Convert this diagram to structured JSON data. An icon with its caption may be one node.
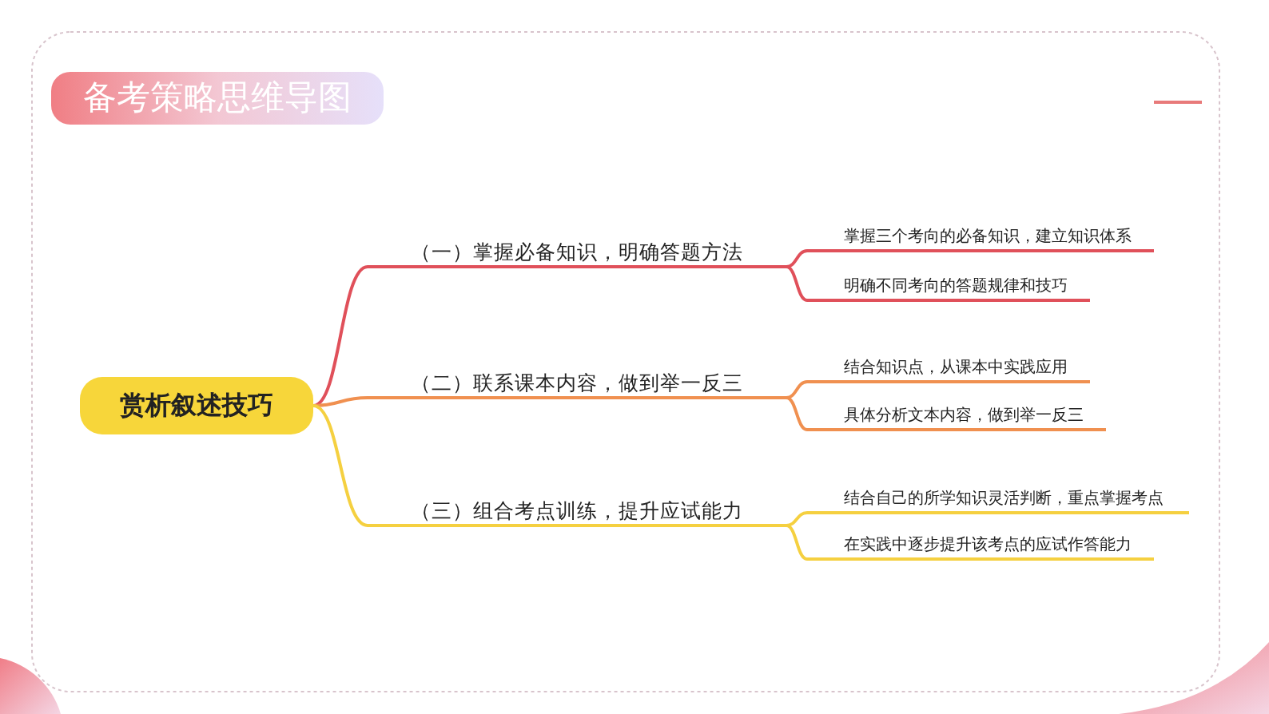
{
  "diagram": {
    "title": "备考策略思维导图",
    "nodes": [
      {
        "text": [
          "赏析叙述技巧"
        ]
      },
      {
        "text": [
          "（一）掌握必备知识，明确答题方法"
        ]
      },
      {
        "text": [
          "掌握三个考向的必备知识，建立知识体系"
        ]
      },
      {
        "text": [
          "明确不同考向的答题规律和技巧"
        ]
      },
      {
        "text": [
          "（二）联系课本内容，做到举一反三"
        ]
      },
      {
        "text": [
          "结合知识点，从课本中实践应用"
        ]
      },
      {
        "text": [
          "具体分析文本内容，做到举一反三"
        ]
      },
      {
        "text": [
          "（三）组合考点训练，提升应试能力"
        ]
      },
      {
        "text": [
          "结合自己的所学知识灵活判断，重点掌握考点"
        ]
      },
      {
        "text": [
          "在实践中逐步提升该考点的应试作答能力"
        ]
      }
    ],
    "edges": [
      {
        "from": 0,
        "to": 1,
        "arrow": "none",
        "color": "#e0505a"
      },
      {
        "from": 1,
        "to": 2,
        "arrow": "none",
        "color": "#e0505a"
      },
      {
        "from": 1,
        "to": 3,
        "arrow": "none",
        "color": "#e0505a"
      },
      {
        "from": 0,
        "to": 4,
        "arrow": "none",
        "color": "#f09050"
      },
      {
        "from": 4,
        "to": 5,
        "arrow": "none",
        "color": "#f09050"
      },
      {
        "from": 4,
        "to": 6,
        "arrow": "none",
        "color": "#f09050"
      },
      {
        "from": 0,
        "to": 7,
        "arrow": "none",
        "color": "#f5d040"
      },
      {
        "from": 7,
        "to": 8,
        "arrow": "none",
        "color": "#f5d040"
      },
      {
        "from": 7,
        "to": 9,
        "arrow": "none",
        "color": "#f5d040"
      }
    ]
  }
}
